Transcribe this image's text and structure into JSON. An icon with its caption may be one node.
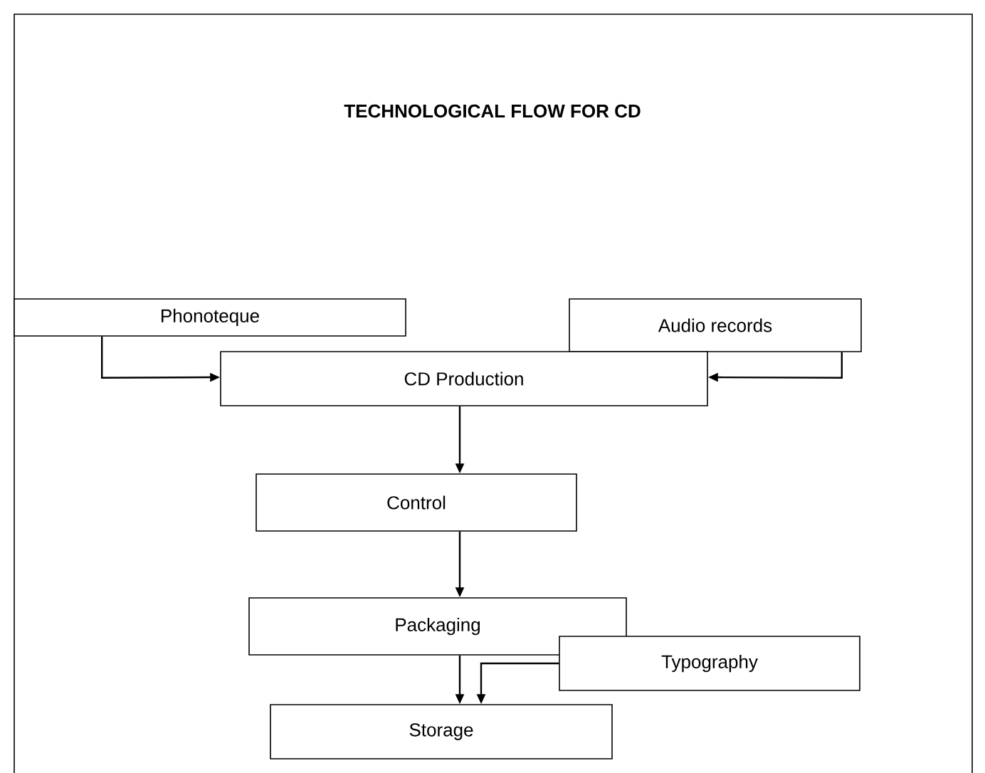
{
  "diagram": {
    "title": "TECHNOLOGICAL FLOW FOR CD",
    "nodes": [
      {
        "text": [
          "Phonoteque"
        ]
      },
      {
        "text": [
          "Audio records"
        ]
      },
      {
        "text": [
          "CD Production"
        ]
      },
      {
        "text": [
          "Control"
        ]
      },
      {
        "text": [
          "Packaging"
        ]
      },
      {
        "text": [
          "Typography"
        ]
      },
      {
        "text": [
          "Storage"
        ]
      }
    ],
    "edges": [
      {
        "from": 0,
        "to": 2,
        "arrow": "to"
      },
      {
        "from": 1,
        "to": 2,
        "arrow": "to"
      },
      {
        "from": 2,
        "to": 3,
        "arrow": "to"
      },
      {
        "from": 3,
        "to": 4,
        "arrow": "to"
      },
      {
        "from": 4,
        "to": 6,
        "arrow": "to"
      },
      {
        "from": 5,
        "to": 6,
        "arrow": "to"
      }
    ]
  }
}
